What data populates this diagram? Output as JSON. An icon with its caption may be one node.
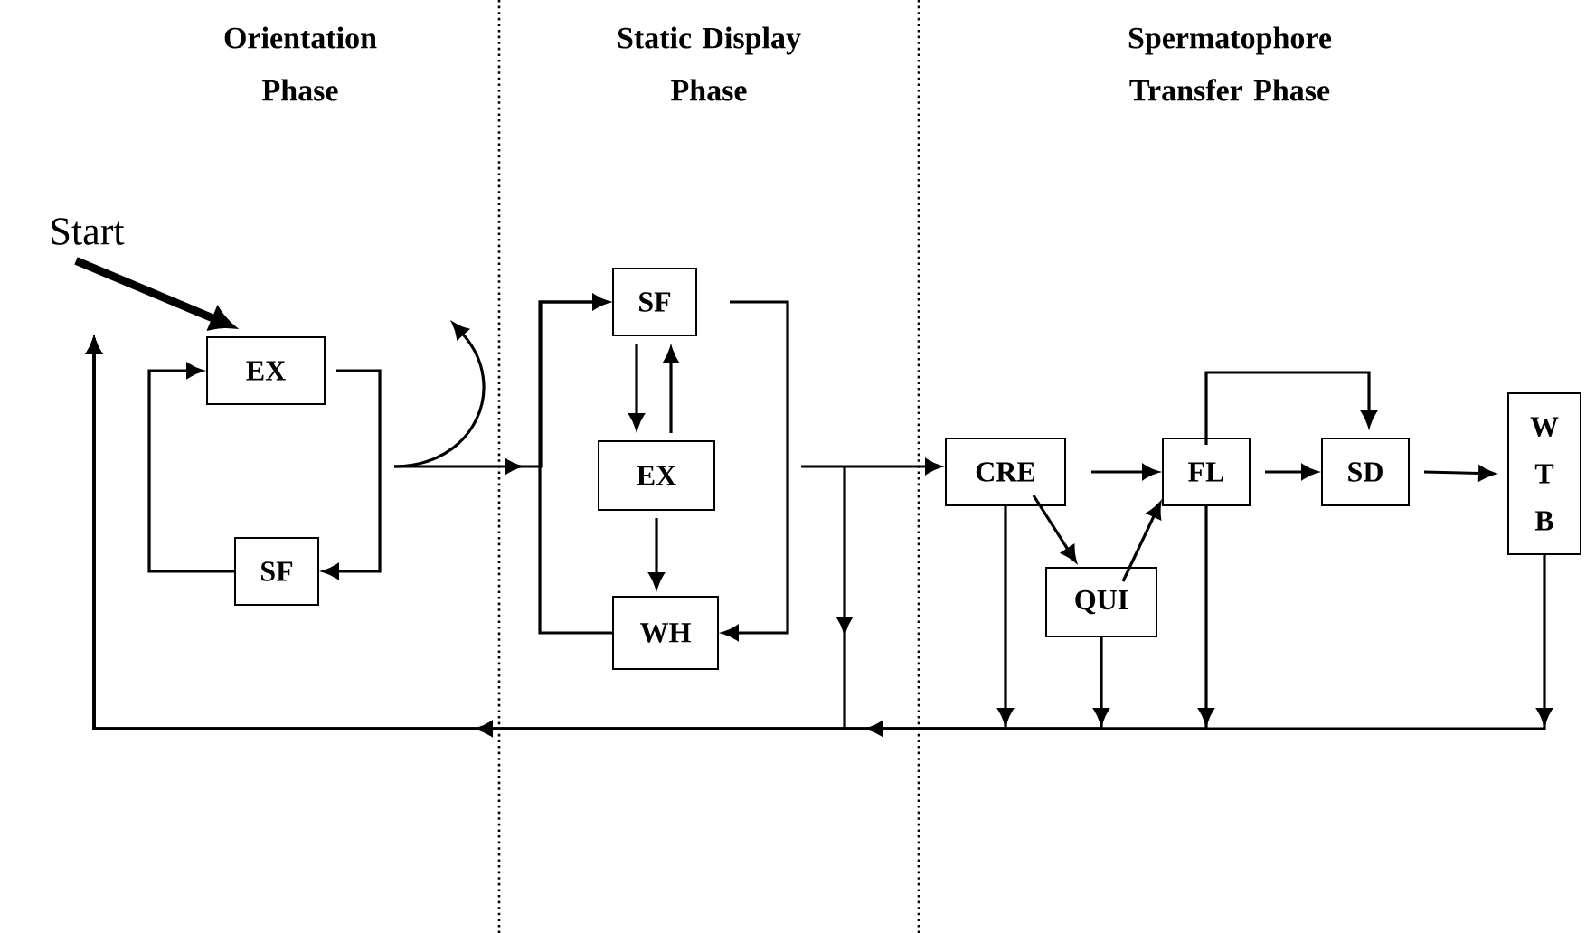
{
  "diagram": {
    "nodes": [
      {
        "text": [
          "Start"
        ]
      },
      {
        "text": [
          "EX"
        ]
      },
      {
        "text": [
          "SF"
        ]
      },
      {
        "text": [
          "SF"
        ]
      },
      {
        "text": [
          "EX"
        ]
      },
      {
        "text": [
          "WH"
        ]
      },
      {
        "text": [
          "CRE"
        ]
      },
      {
        "text": [
          "QUI"
        ]
      },
      {
        "text": [
          "FL"
        ]
      },
      {
        "text": [
          "SD"
        ]
      },
      {
        "text": [
          "W T B"
        ]
      }
    ],
    "edges": [
      {
        "from": 0,
        "to": 1,
        "arrow": "to",
        "style": "thick"
      },
      {
        "from": 1,
        "to": 2,
        "arrow": "to"
      },
      {
        "from": 2,
        "to": 1,
        "arrow": "to"
      },
      {
        "from": null,
        "to": 3,
        "arrow": "to"
      },
      {
        "from": 3,
        "to": 4,
        "arrow": "to"
      },
      {
        "from": 4,
        "to": 3,
        "arrow": "to"
      },
      {
        "from": 4,
        "to": 5,
        "arrow": "to"
      },
      {
        "from": 3,
        "to": 5,
        "arrow": "to"
      },
      {
        "from": 5,
        "to": 3,
        "arrow": "to"
      },
      {
        "from": null,
        "to": 6,
        "arrow": "to"
      },
      {
        "from": 6,
        "to": 8,
        "arrow": "to"
      },
      {
        "from": 6,
        "to": 7,
        "arrow": "to"
      },
      {
        "from": 7,
        "to": 8,
        "arrow": "to"
      },
      {
        "from": 8,
        "to": 9,
        "arrow": "to"
      },
      {
        "from": 8,
        "to": 9,
        "arrow": "to"
      },
      {
        "from": 9,
        "to": 10,
        "arrow": "to"
      },
      {
        "from": 6,
        "to": null,
        "arrow": "to"
      },
      {
        "from": 7,
        "to": null,
        "arrow": "to"
      },
      {
        "from": 8,
        "to": null,
        "arrow": "to"
      },
      {
        "from": 10,
        "to": null,
        "arrow": "to"
      }
    ],
    "labels": [
      "Orientation Phase",
      "Static Display Phase",
      "Spermatophore Transfer Phase"
    ]
  }
}
